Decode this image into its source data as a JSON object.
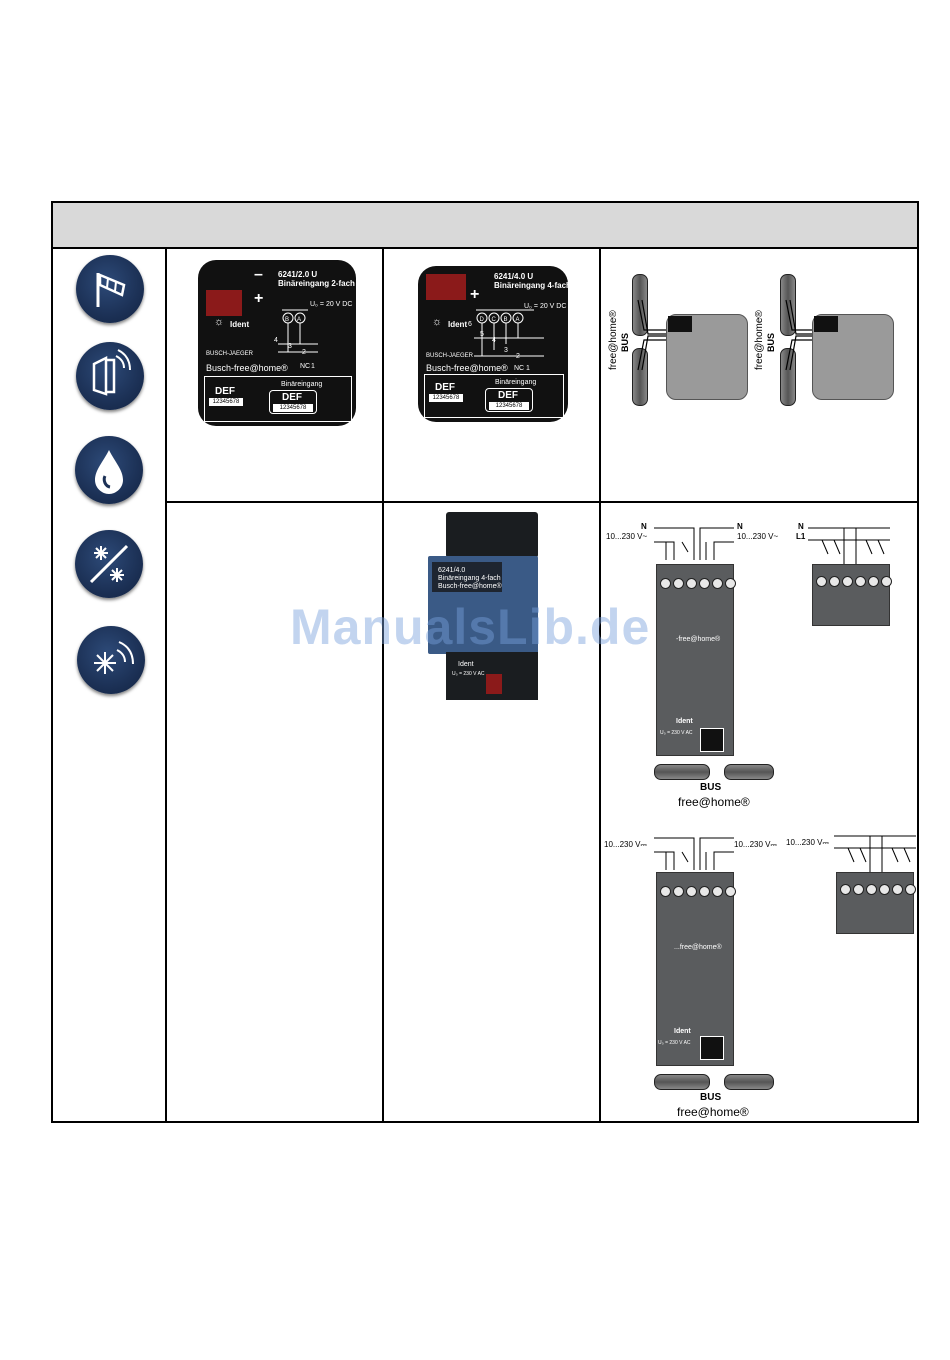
{
  "icons": [
    "windsock-icon",
    "door-window-contact-icon",
    "water-drop-icon",
    "heat-cool-icon",
    "climate-signal-icon"
  ],
  "row1": {
    "device_2fach": {
      "model": "6241/2.0 U",
      "name": "Binäreingang 2-fach",
      "minus": "–",
      "plus": "+",
      "voltage": "U₀ = 20 V DC",
      "ident": "Ident",
      "brand_small": "BUSCH-JAEGER",
      "brand": "Busch-free@home®",
      "def_left": "DEF",
      "serial_left": "12345678",
      "def_caption": "Binäreingang",
      "def_right": "DEF",
      "serial_right": "12345678",
      "term_a": "A",
      "term_b": "B",
      "num_4": "4",
      "num_3": "3",
      "num_2": "2",
      "nc": "NC",
      "num_1": "1"
    },
    "device_4fach": {
      "model": "6241/4.0 U",
      "name": "Binäreingang 4-fach",
      "plus": "+",
      "voltage": "U₀ = 20 V DC",
      "ident": "Ident",
      "brand_small": "BUSCH-JAEGER",
      "brand": "Busch-free@home®",
      "def_left": "DEF",
      "serial_left": "12345678",
      "def_caption": "Binäreingang",
      "def_right": "DEF",
      "serial_right": "12345678",
      "terms": [
        "D",
        "C",
        "B",
        "A"
      ],
      "num_6": "6",
      "num_5": "5",
      "num_4": "4",
      "num_3": "3",
      "num_2": "2",
      "nc": "NC",
      "num_1": "1"
    },
    "wiring": {
      "bus_brand": "free@home®",
      "bus": "BUS"
    }
  },
  "row2": {
    "din_device": {
      "model": "6241/4.0",
      "name": "Binäreingang 4-fach",
      "brand": "Busch-free@home®",
      "ident": "Ident",
      "voltage": "U₀ = 230 V AC"
    },
    "wiring_ac": {
      "n_left": "N",
      "v_left": "10...230 V~",
      "n_right": "N",
      "v_right": "10...230 V~",
      "n_small": "N",
      "l1_small": "L1",
      "brand": "-free@home®",
      "ident": "Ident",
      "voltage": "U₀ = 230 V AC",
      "bus": "BUS",
      "bus_brand": "free@home®"
    },
    "wiring_dc": {
      "v_left": "10...230 V⎓",
      "v_right": "10...230 V⎓",
      "v_small": "10...230 V⎓",
      "brand": "...free@home®",
      "ident": "Ident",
      "voltage": "U₀ = 230 V AC",
      "bus": "BUS",
      "bus_brand": "free@home®"
    }
  },
  "watermark": "ManualsLib.de"
}
